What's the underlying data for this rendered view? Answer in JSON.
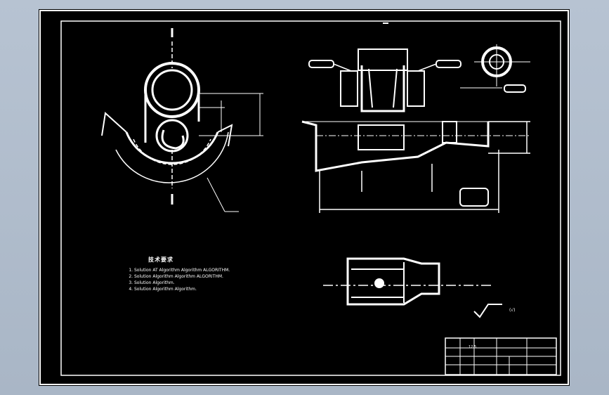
{
  "drawing": {
    "technical_requirements": {
      "heading": "技术要求",
      "items": [
        "Solution AT Algorithm Algorithm ALGORITHM.",
        "Solution Algorithm Algorithm ALGORITHM.",
        "Solution Algorithm.",
        "Solution Algorithm Algorithm."
      ]
    },
    "surface_finish": {
      "value": "12.5",
      "note": "(√)"
    },
    "title_block": {
      "part_name": "",
      "scale": "",
      "drawing_no": ""
    }
  },
  "colors": {
    "background": "#b7c3d2",
    "sheet": "#000000",
    "lines": "#ffffff"
  }
}
